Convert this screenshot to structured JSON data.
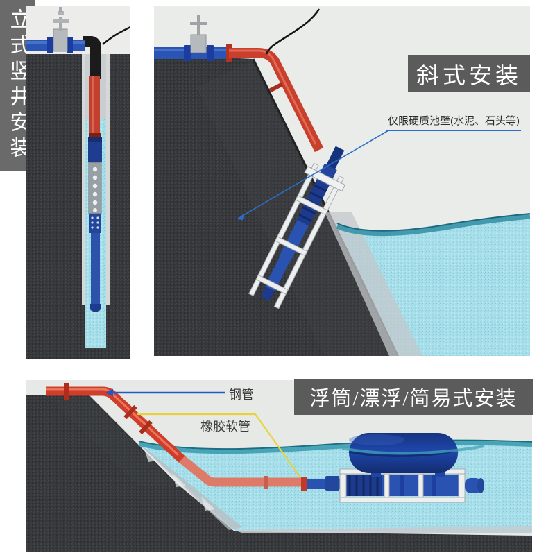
{
  "page": {
    "background": "#ffffff"
  },
  "panels": {
    "vertical_well": {
      "label": "立式竖井安装"
    },
    "inclined": {
      "title": "斜式安装",
      "note": "仅限硬质池壁(水泥、石头等)"
    },
    "floating": {
      "title": "浮筒/漂浮/简易式安装",
      "labels": {
        "steel_pipe": "钢管",
        "rubber_hose": "橡胶软管"
      }
    }
  },
  "colors": {
    "ground_dark": "#35373a",
    "water_light": "#a8dfea",
    "water_crest": "#3d96ab",
    "pipe_red": "#c8402d",
    "hose_salmon": "#dd7a68",
    "pipe_blue": "#2a55b4",
    "pump_navy": "#1d3a8c",
    "label_box_gray": "#5b5b5b",
    "leader_blue": "#2a6bd0",
    "leader_yellow": "#e8d33b",
    "concrete_gray": "#c3c8cb"
  }
}
